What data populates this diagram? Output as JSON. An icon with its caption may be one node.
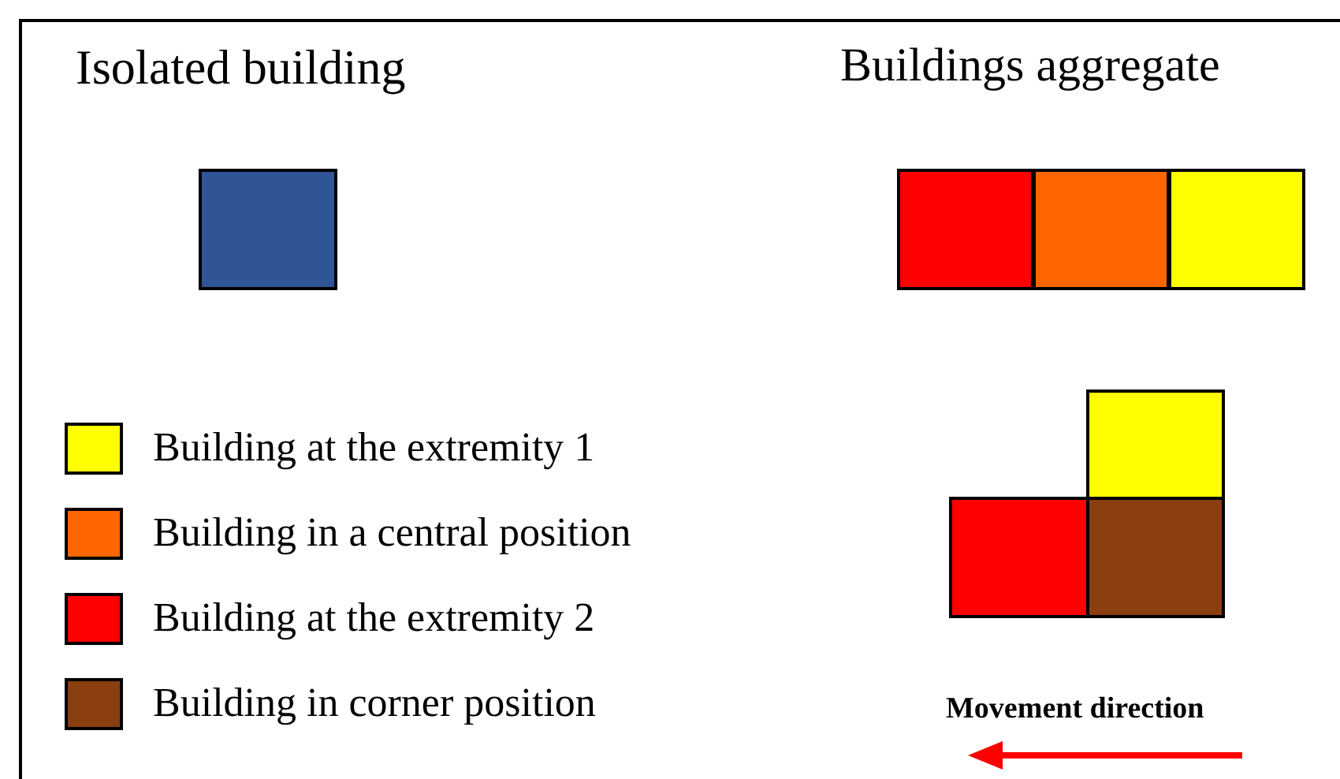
{
  "diagram": {
    "nodes": [
      {
        "text": [],
        "shape": "box"
      },
      {
        "text": [],
        "shape": "box"
      },
      {
        "text": [],
        "shape": "box"
      },
      {
        "text": [],
        "shape": "box"
      },
      {
        "text": [],
        "shape": "box"
      },
      {
        "text": [],
        "shape": "box"
      },
      {
        "text": [],
        "shape": "box"
      }
    ],
    "edges": [],
    "labels": [
      "Isolated building",
      "Buildings aggregate",
      "Movement direction"
    ],
    "legend": [
      {
        "text": "Building at the extremity 1",
        "color": "#ffff00"
      },
      {
        "text": "Building in a central position",
        "color": "#ff6600"
      },
      {
        "text": "Building at the extremity 2",
        "color": "#ff0000"
      },
      {
        "text": "Building in corner position",
        "color": "#8b3e0f"
      }
    ]
  }
}
